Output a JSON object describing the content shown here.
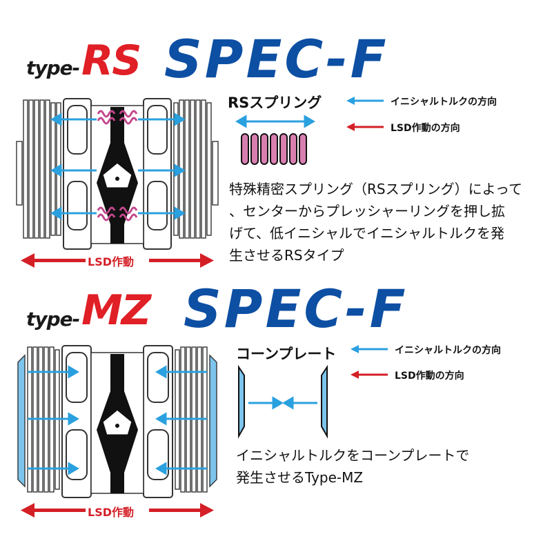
{
  "rs": {
    "type_prefix": "type-",
    "type_name": "RS",
    "spec_title": "SPEC-F",
    "component_label": "RSスプリング",
    "legend": {
      "initial_torque": "イニシャルトルクの方向",
      "lsd_action": "LSD作動の方向"
    },
    "description_lines": [
      "特殊精密スプリング（RSスプリング）によって",
      "、センターからプレッシャーリングを押し拡",
      "げて、低イニシャルでイニシャルトルクを発",
      "生させるRSタイプ"
    ],
    "lsd_label": "LSD作動"
  },
  "mz": {
    "type_prefix": "type-",
    "type_name": "MZ",
    "spec_title": "SPEC-F",
    "component_label": "コーンプレート",
    "legend": {
      "initial_torque": "イニシャルトルクの方向",
      "lsd_action": "LSD作動の方向"
    },
    "description_lines": [
      "イニシャルトルクをコーンプレートで",
      "発生させるType-MZ"
    ],
    "lsd_label": "LSD作動"
  },
  "colors": {
    "brand_red": "#e01f26",
    "brand_blue": "#0d4fa3",
    "arrow_blue": "#2aa0df",
    "arrow_red": "#d41f26",
    "spring_pink": "#d97fb0",
    "cone_blue": "#7dc4ec"
  }
}
